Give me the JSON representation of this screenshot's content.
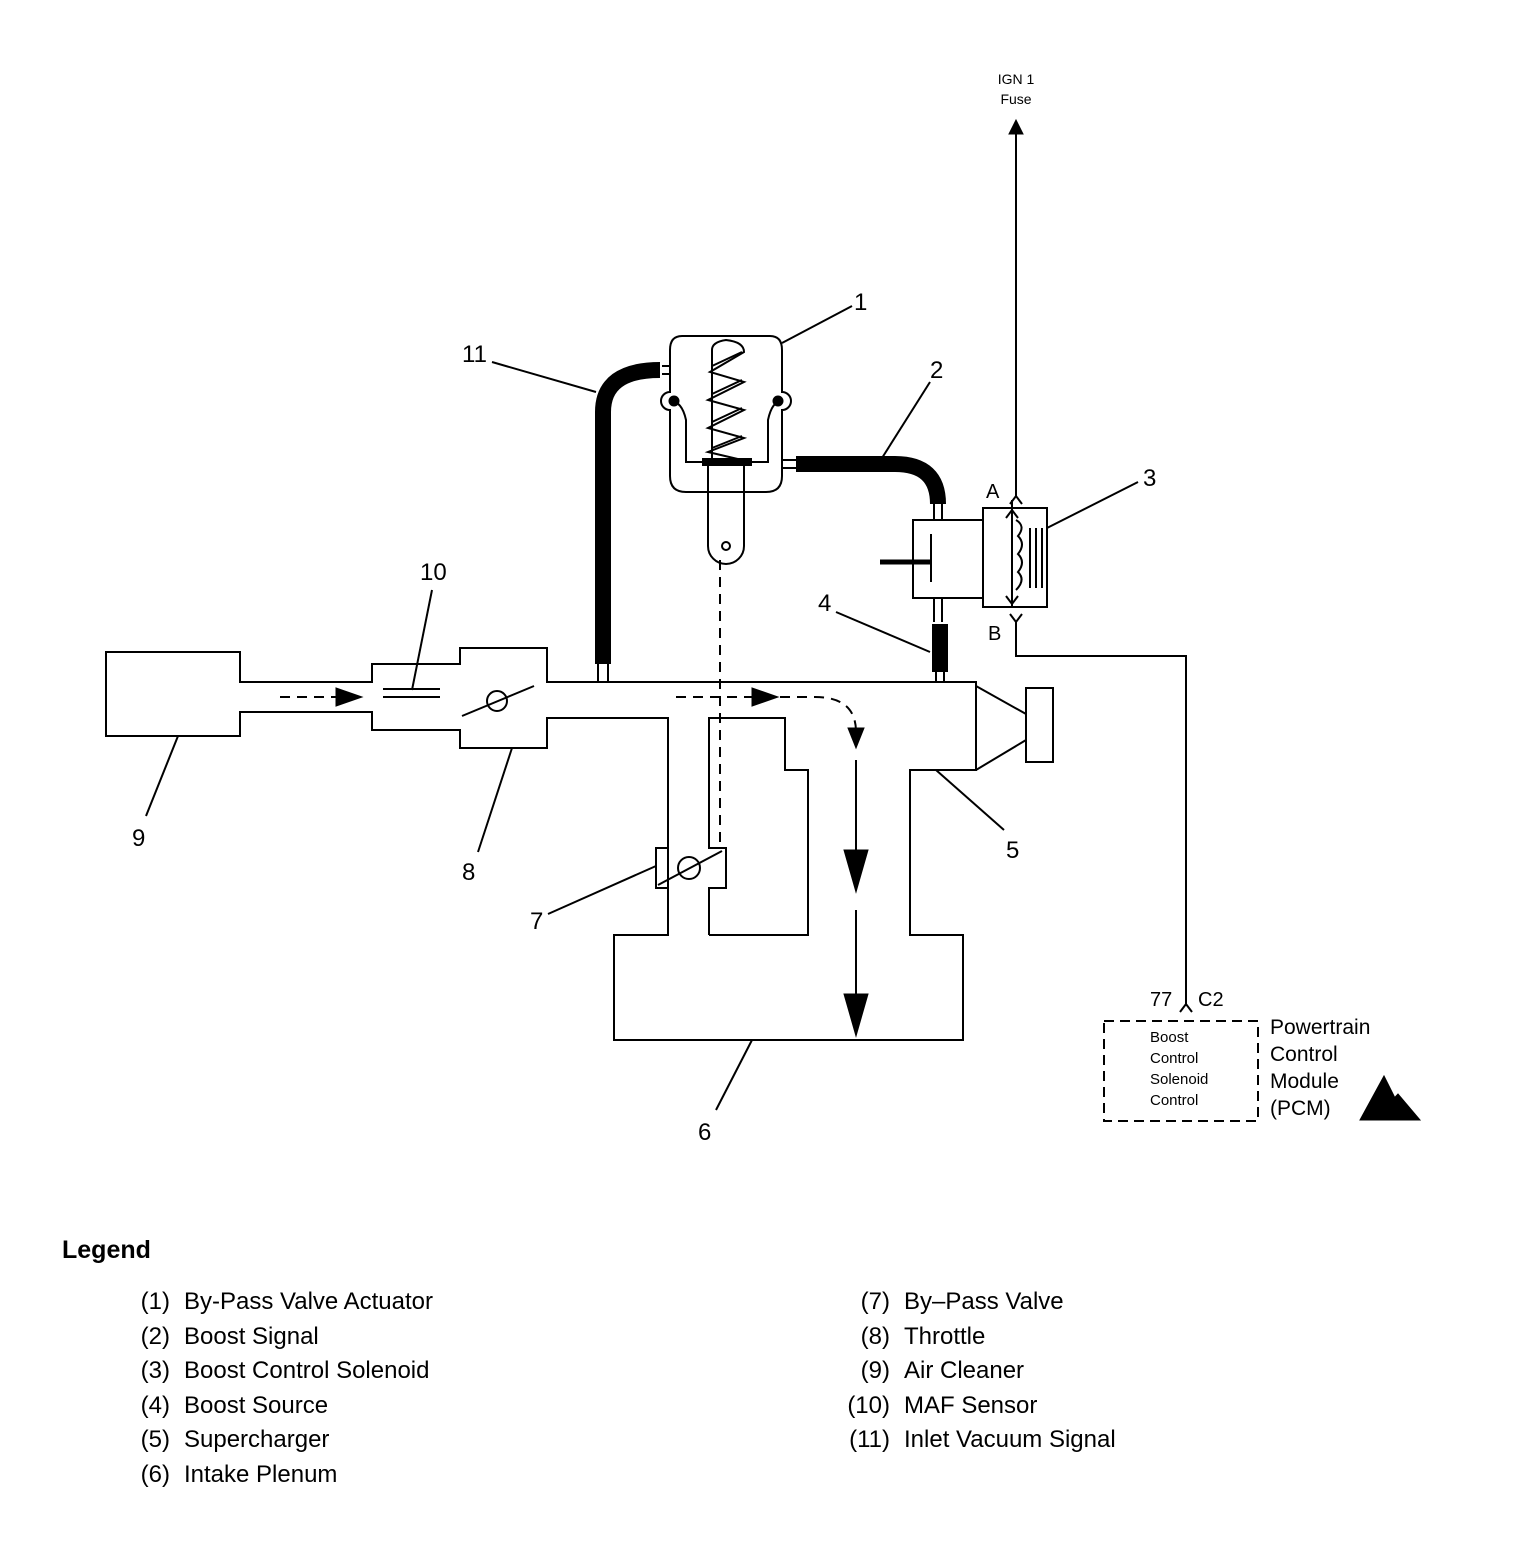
{
  "callouts": {
    "c1": "1",
    "c2": "2",
    "c3": "3",
    "c4": "4",
    "c5": "5",
    "c6": "6",
    "c7": "7",
    "c8": "8",
    "c9": "9",
    "c10": "10",
    "c11": "11"
  },
  "power": {
    "line1": "IGN 1",
    "line2": "Fuse"
  },
  "terminals": {
    "a": "A",
    "b": "B",
    "pin": "77",
    "connector": "C2"
  },
  "pcm_box": {
    "line1": "Boost",
    "line2": "Control",
    "line3": "Solenoid",
    "line4": "Control"
  },
  "pcm_label": {
    "line1": "Powertrain",
    "line2": "Control",
    "line3": "Module",
    "line4": "(PCM)"
  },
  "legend": {
    "title": "Legend",
    "left": [
      {
        "num": "(1)",
        "text": "By-Pass Valve Actuator"
      },
      {
        "num": "(2)",
        "text": "Boost Signal"
      },
      {
        "num": "(3)",
        "text": "Boost Control Solenoid"
      },
      {
        "num": "(4)",
        "text": "Boost Source"
      },
      {
        "num": "(5)",
        "text": "Supercharger"
      },
      {
        "num": "(6)",
        "text": "Intake Plenum"
      }
    ],
    "right": [
      {
        "num": "(7)",
        "text": "By–Pass Valve"
      },
      {
        "num": "(8)",
        "text": "Throttle"
      },
      {
        "num": "(9)",
        "text": "Air Cleaner"
      },
      {
        "num": "(10)",
        "text": "MAF Sensor"
      },
      {
        "num": "(11)",
        "text": "Inlet Vacuum Signal"
      }
    ]
  }
}
